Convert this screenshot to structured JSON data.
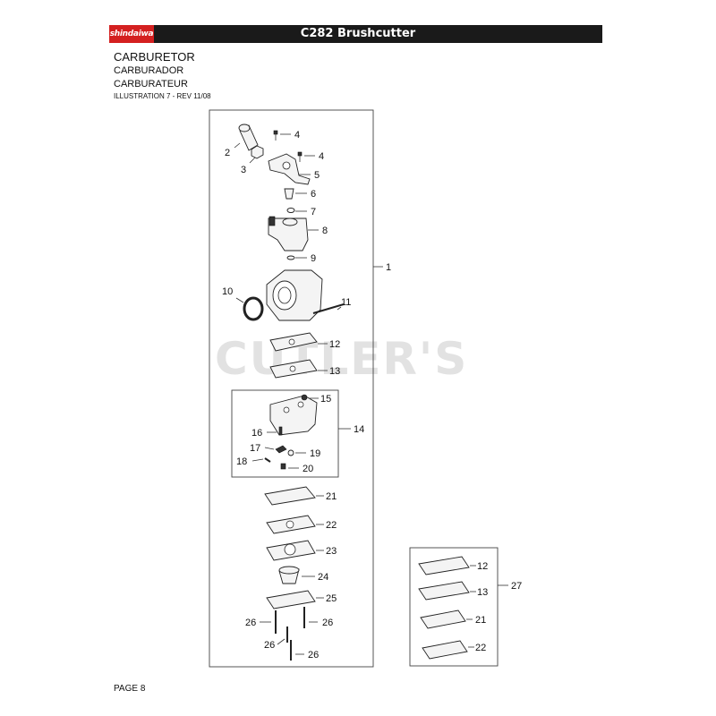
{
  "header": {
    "brand": "shindaiwa",
    "model_title": "C282 Brushcutter",
    "brand_color": "#d42020",
    "bar_color": "#1a1a1a"
  },
  "titles": {
    "en": "CARBURETOR",
    "es": "CARBURADOR",
    "fr": "CARBURATEUR",
    "illustration": "ILLUSTRATION 7 - REV 11/08"
  },
  "watermark": "CUTLER'S",
  "footer": {
    "page": "PAGE 8"
  },
  "callouts": {
    "p1": "1",
    "p2": "2",
    "p3": "3",
    "p4a": "4",
    "p4b": "4",
    "p5": "5",
    "p6": "6",
    "p7": "7",
    "p8": "8",
    "p9": "9",
    "p10": "10",
    "p11": "11",
    "p12": "12",
    "p13": "13",
    "p14": "14",
    "p15": "15",
    "p16": "16",
    "p17": "17",
    "p18": "18",
    "p19": "19",
    "p20": "20",
    "p21": "21",
    "p22": "22",
    "p23": "23",
    "p24": "24",
    "p25": "25",
    "p26a": "26",
    "p26b": "26",
    "p26c": "26",
    "p26d": "26",
    "p27": "27",
    "k12": "12",
    "k13": "13",
    "k21": "21",
    "k22": "22"
  }
}
